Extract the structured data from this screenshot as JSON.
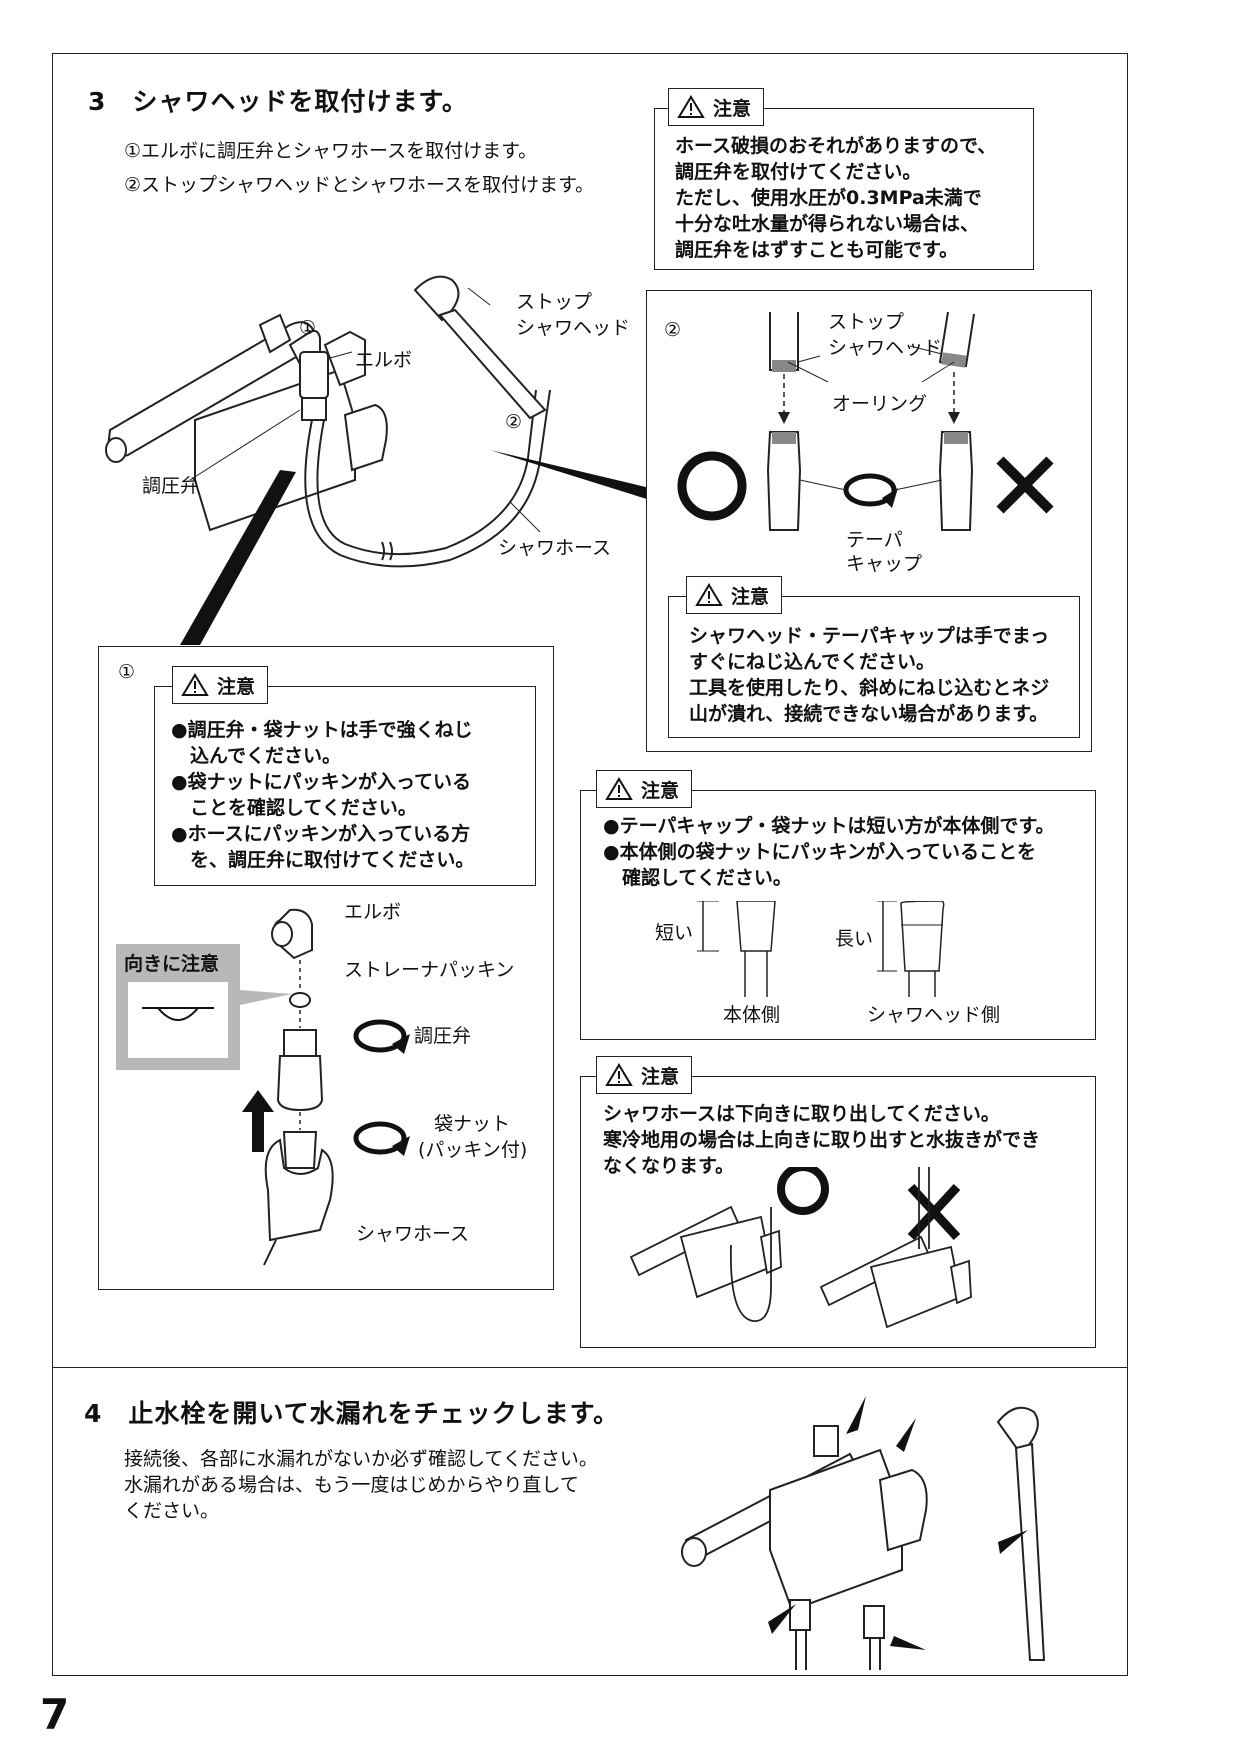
{
  "step3": {
    "title": "3　シャワヘッドを取付けます。",
    "sub1": "①エルボに調圧弁とシャワホースを取付けます。",
    "sub2": "②ストップシャワヘッドとシャワホースを取付けます。"
  },
  "caution_label": "注意",
  "caution_top": {
    "lines": [
      "ホース破損のおそれがありますので、",
      "調圧弁を取付けてください。",
      "ただし、使用水圧が0.3MPa未満で",
      "十分な吐水量が得られない場合は、",
      "調圧弁をはずすことも可能です。"
    ]
  },
  "main_diagram": {
    "marker1": "①",
    "marker2": "②",
    "elbow": "エルボ",
    "stop_head_1": "ストップ",
    "stop_head_2": "シャワヘッド",
    "regulator": "調圧弁",
    "hose": "シャワホース"
  },
  "panel2": {
    "marker": "②",
    "stop_head_1": "ストップ",
    "stop_head_2": "シャワヘッド",
    "oring": "オーリング",
    "taper_1": "テーパ",
    "taper_2": "キャップ",
    "caution_lines": [
      "シャワヘッド・テーパキャップは手でまっ",
      "すぐにねじ込んでください。",
      "工具を使用したり、斜めにねじ込むとネジ",
      "山が潰れ、接続できない場合があります。"
    ]
  },
  "panel1": {
    "marker": "①",
    "caution_lines": [
      "●調圧弁・袋ナットは手で強くねじ",
      "　込んでください。",
      "●袋ナットにパッキンが入っている",
      "　ことを確認してください。",
      "●ホースにパッキンが入っている方",
      "　を、調圧弁に取付けてください。"
    ],
    "orientation": "向きに注意",
    "elbow": "エルボ",
    "strainer": "ストレーナパッキン",
    "regulator": "調圧弁",
    "nut_1": "袋ナット",
    "nut_2": "(パッキン付)",
    "hose": "シャワホース"
  },
  "caution_mid": {
    "lines": [
      "●テーパキャップ・袋ナットは短い方が本体側です。",
      "●本体側の袋ナットにパッキンが入っていることを",
      "　確認してください。"
    ],
    "short": "短い",
    "long": "長い",
    "body_side": "本体側",
    "head_side": "シャワヘッド側"
  },
  "caution_bottom": {
    "lines": [
      "シャワホースは下向きに取り出してください。",
      "寒冷地用の場合は上向きに取り出すと水抜きができ",
      "なくなります。"
    ]
  },
  "step4": {
    "title": "4　止水栓を開いて水漏れをチェックします。",
    "lines": [
      "接続後、各部に水漏れがないか必ず確認してください。",
      "水漏れがある場合は、もう一度はじめからやり直して",
      "ください。"
    ]
  },
  "page_number": "7"
}
